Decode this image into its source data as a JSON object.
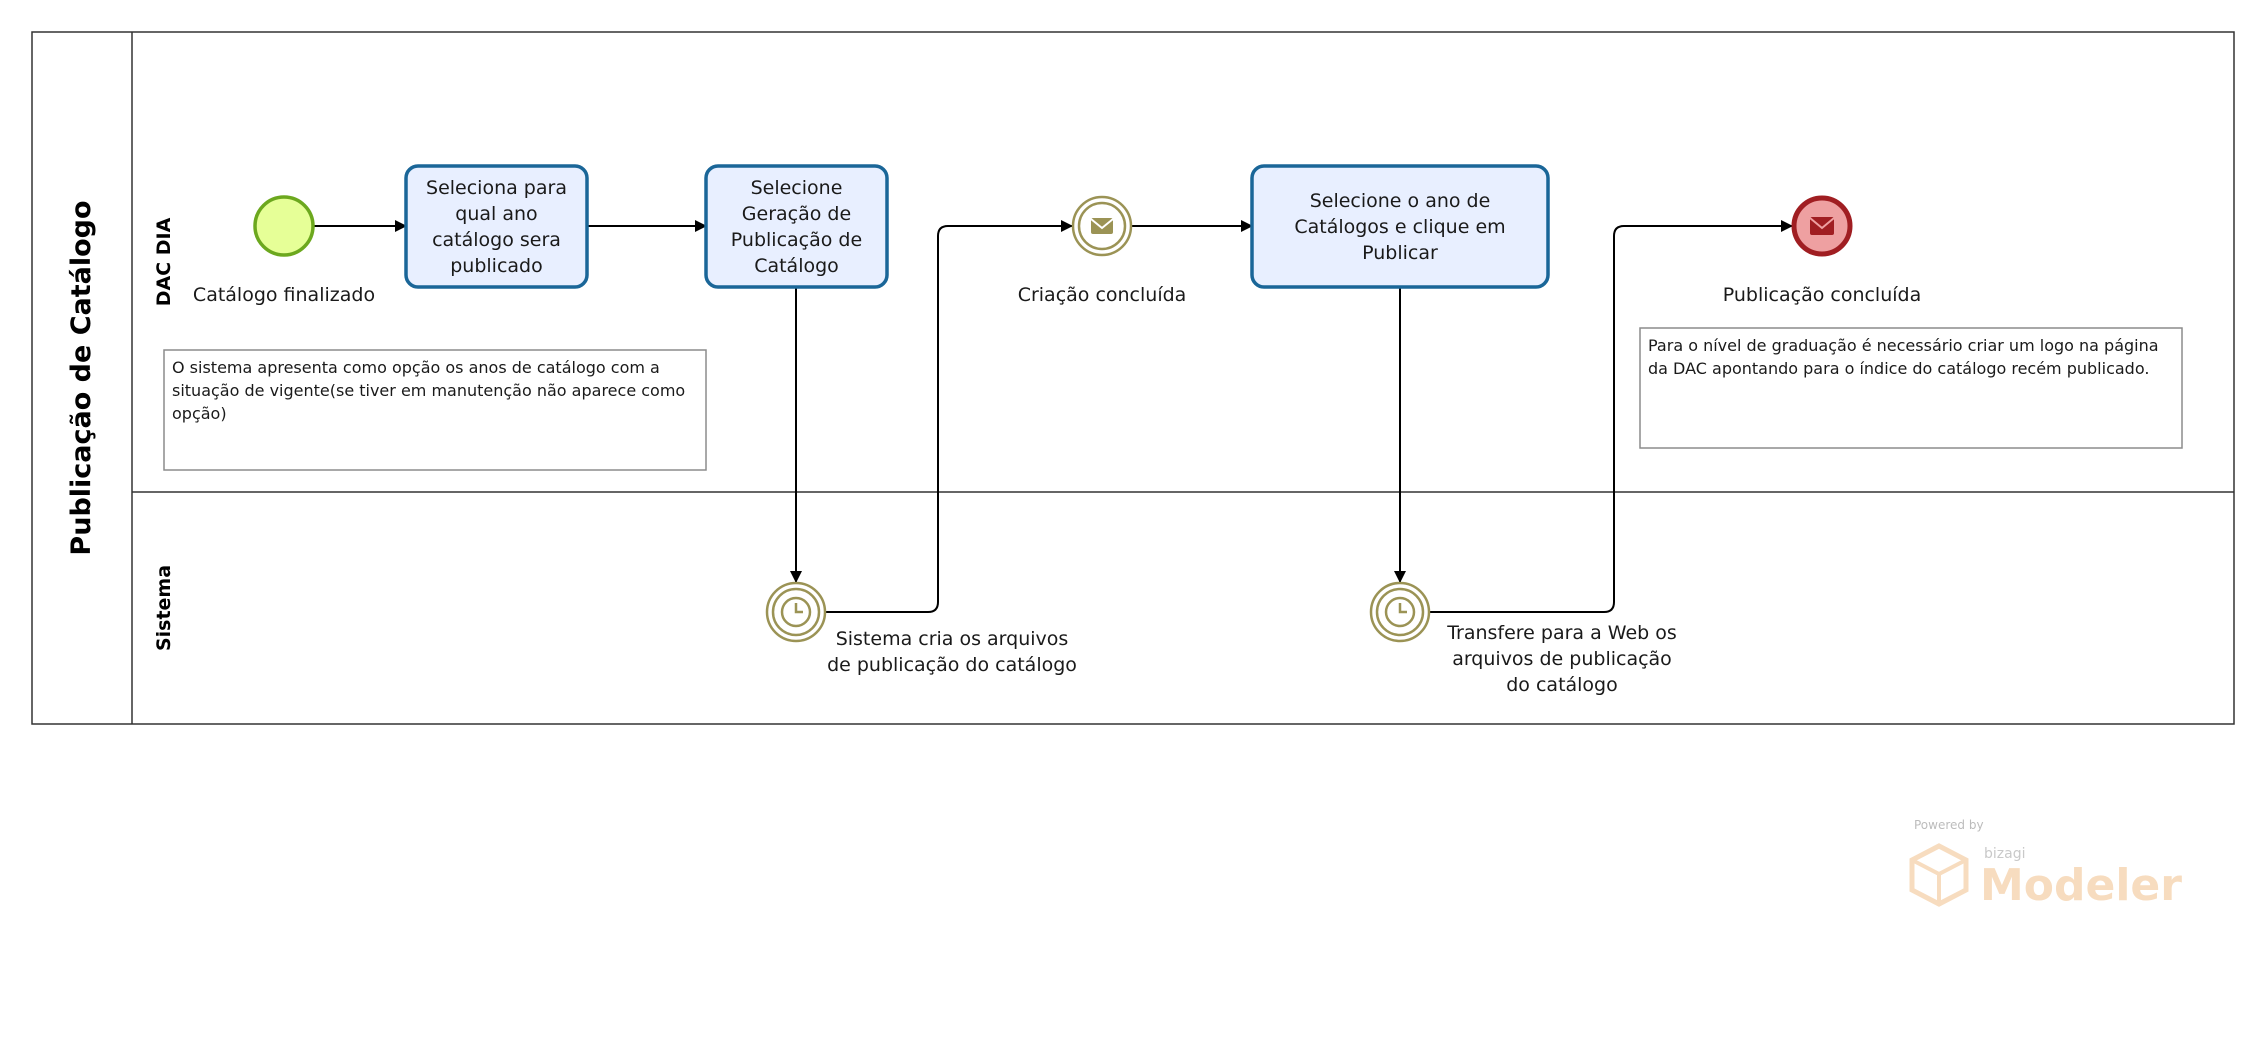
{
  "pool": {
    "title": "Publicação de Catálogo"
  },
  "lanes": [
    {
      "title": "DAC DIA"
    },
    {
      "title": "Sistema"
    }
  ],
  "tasks": [
    {
      "lines": [
        "Seleciona para",
        "qual ano",
        "catálogo sera",
        "publicado"
      ]
    },
    {
      "lines": [
        "Selecione",
        "Geração de",
        "Publicação de",
        "Catálogo"
      ]
    },
    {
      "lines": [
        "Selecione o ano de",
        "Catálogos e clique em",
        "Publicar"
      ]
    }
  ],
  "events": {
    "start": {
      "label": "Catálogo finalizado",
      "icon": "start-event-icon"
    },
    "message_intermediate": {
      "label": "Criação concluída",
      "icon": "envelope-icon"
    },
    "timer1": {
      "label_lines": [
        "Sistema cria os arquivos",
        "de publicação do catálogo"
      ],
      "icon": "clock-icon"
    },
    "timer2": {
      "label_lines": [
        "Transfere para a Web os",
        "arquivos de publicação",
        "do catálogo"
      ],
      "icon": "clock-icon"
    },
    "end": {
      "label": "Publicação concluída",
      "icon": "envelope-icon"
    }
  },
  "notes": [
    {
      "text": "O sistema apresenta como opção os anos de catálogo com a situação de vigente(se tiver em manutenção não aparece como opção)"
    },
    {
      "text": "Para o nível de graduação é necessário criar um logo na página da DAC apontando para o índice do catálogo recém publicado."
    }
  ],
  "watermark": {
    "powered": "Powered by",
    "brand": "bizagi",
    "product": "Modeler"
  },
  "colors": {
    "task_fill": "#e8efff",
    "task_stroke": "#1a6698",
    "start_fill": "#e6ff97",
    "start_stroke": "#6ca81e",
    "intermediate_stroke": "#9b9355",
    "end_fill": "#eea0a1",
    "end_stroke": "#a01e22"
  }
}
